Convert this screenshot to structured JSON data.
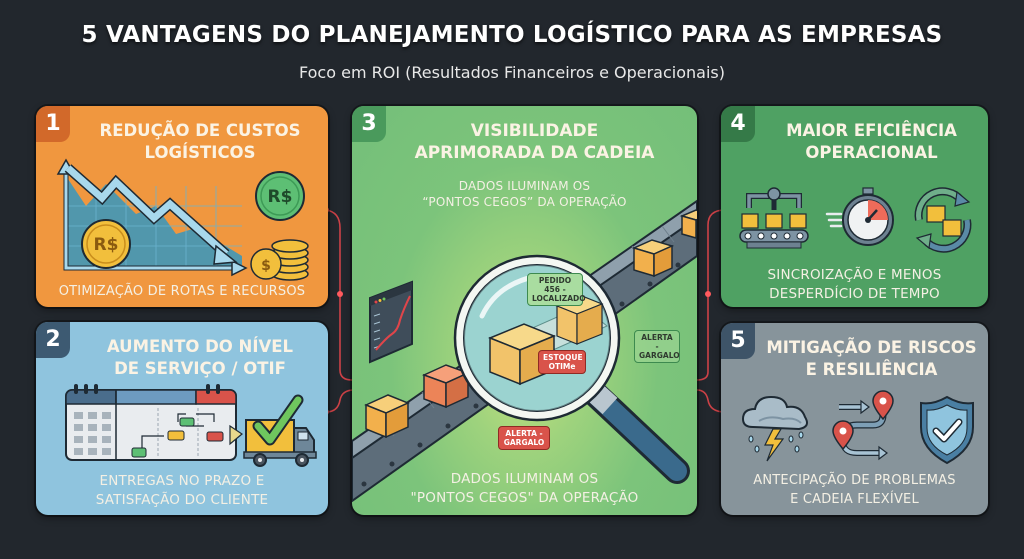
{
  "header": {
    "title": "5 VANTAGENS DO PLANEJAMENTO LOGÍSTICO PARA AS EMPRESAS",
    "subtitle": "Foco em ROI (Resultados Financeiros e Operacionais)"
  },
  "cards": [
    {
      "number": "1",
      "title_line1": "REDUÇÃO DE CUSTOS",
      "title_line2": "LOGÍSTICOS",
      "caption": "OTIMIZAÇÃO DE ROTAS E RECURSOS",
      "color": "#f0973f",
      "icons": [
        "declining-cost-chart-icon",
        "real-coin-icon",
        "coin-stack-icon"
      ],
      "coin_labels": [
        "R$",
        "R$",
        "$"
      ]
    },
    {
      "number": "2",
      "title_line1": "AUMENTO DO NÍVEL",
      "title_line2": "DE SERVIÇO / OTIF",
      "caption_line1": "ENTREGAS NO PRAZO E",
      "caption_line2": "SATISFAÇÃO DO CLIENTE",
      "color": "#8fc4de",
      "icons": [
        "calendar-gantt-icon",
        "delivery-truck-check-icon"
      ]
    },
    {
      "number": "3",
      "title_line1": "VISIBILIDADE",
      "title_line2": "APRIMORADA DA CADEIA",
      "top_caption_line1": "DADOS ILUMINAM OS",
      "top_caption_line2": "“PONTOS CEGOS” DA OPERAÇÃO",
      "caption_line1": "DADOS ILUMINAM OS",
      "caption_line2": "\"PONTOS CEGOS\" DA OPERAÇÃO",
      "color": "#7cc47b",
      "tags": {
        "order_line1": "PEDIDO 456 -",
        "order_line2": "LOCALIZADO",
        "stock_line1": "ESTOQUE",
        "stock_line2": "OTIMe",
        "alert_right_line1": "ALERTA -",
        "alert_right_line2": "GARGALO",
        "alert_bottom_line1": "ALERTA -",
        "alert_bottom_line2": "GARGALO"
      },
      "icons": [
        "magnifying-glass-icon",
        "conveyor-belt-icon",
        "dashboard-chart-icon",
        "box-icon"
      ]
    },
    {
      "number": "4",
      "title_line1": "MAIOR EFICIÊNCIA",
      "title_line2": "OPERACIONAL",
      "caption_line1": "SINCROIZAÇÃO E MENOS",
      "caption_line2": "DESPERDÍCIO DE TEMPO",
      "color": "#4fa163",
      "icons": [
        "robotic-assembly-line-icon",
        "stopwatch-icon",
        "cycle-boxes-icon"
      ]
    },
    {
      "number": "5",
      "title_line1": "MITIGAÇÃO DE RISCOS",
      "title_line2": "E RESILIÊNCIA",
      "caption_line1": "ANTECIPAÇÃO DE PROBLEMAS",
      "caption_line2": "E CADEIA FLEXÍVEL",
      "color": "#87949b",
      "icons": [
        "storm-cloud-icon",
        "reroute-pins-icon",
        "shield-check-icon"
      ]
    }
  ],
  "colors": {
    "background": "#22272d",
    "connector": "#e0454a"
  }
}
